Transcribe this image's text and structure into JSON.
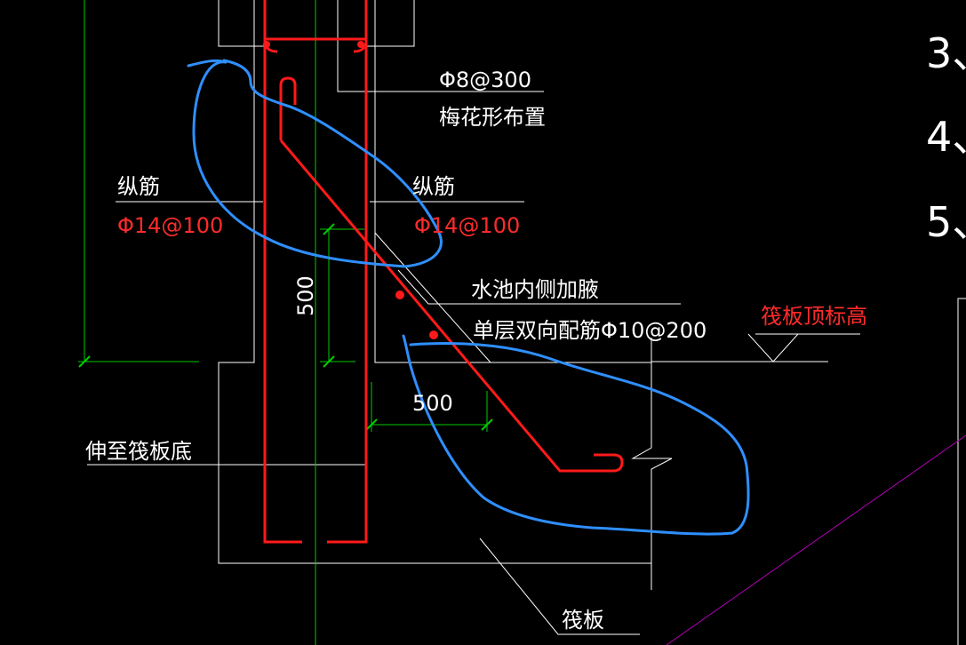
{
  "drawing": {
    "annotations": {
      "top_stirrup_spec": "Φ8@300",
      "top_stirrup_note": "梅花形布置",
      "left_long_label": "纵筋",
      "left_long_spec": "Φ14@100",
      "right_long_label": "纵筋",
      "right_long_spec": "Φ14@100",
      "haunch_note_line1": "水池内侧加腋",
      "haunch_note_line2": "单层双向配筋Φ10@200",
      "raft_top_elev": "筏板顶标高",
      "extend_to_raft_bottom": "伸至筏板底",
      "raft_label": "筏板",
      "dim_vertical": "500",
      "dim_horizontal": "500"
    },
    "side_list_numbers": [
      "3、",
      "4、",
      "5、"
    ],
    "colors": {
      "background": "#000000",
      "outline": "#ffffff",
      "rebar": "#ff1a1a",
      "dimension": "#00cc00",
      "markup": "#2f8fff",
      "diagonal": "#b000b0"
    }
  }
}
